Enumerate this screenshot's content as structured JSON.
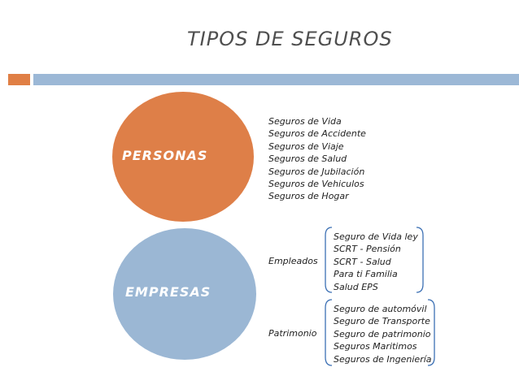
{
  "title": "TIPOS DE SEGUROS",
  "colors": {
    "accent": "#e07f45",
    "bar": "#9cb8d6",
    "personas_circle": "#de7f48",
    "empresas_circle": "#9bb7d4",
    "bracket": "#3c70b4"
  },
  "personas": {
    "label": "PERSONAS",
    "items": [
      "Seguros de Vida",
      "Seguros de Accidente",
      "Seguros de Viaje",
      "Seguros de Salud",
      "Seguros de Jubilación",
      "Seguros de Vehiculos",
      "Seguros de Hogar"
    ]
  },
  "empresas": {
    "label": "EMPRESAS",
    "empleados": {
      "label": "Empleados",
      "items": [
        "Seguro de Vida ley",
        "SCRT - Pensión",
        "SCRT - Salud",
        "Para ti Familia",
        "Salud EPS"
      ]
    },
    "patrimonio": {
      "label": "Patrimonio",
      "items": [
        "Seguro de automóvil",
        "Seguro de Transporte",
        "Seguro de patrimonio",
        "Seguros Maritimos",
        "Seguros de Ingeniería"
      ]
    }
  }
}
